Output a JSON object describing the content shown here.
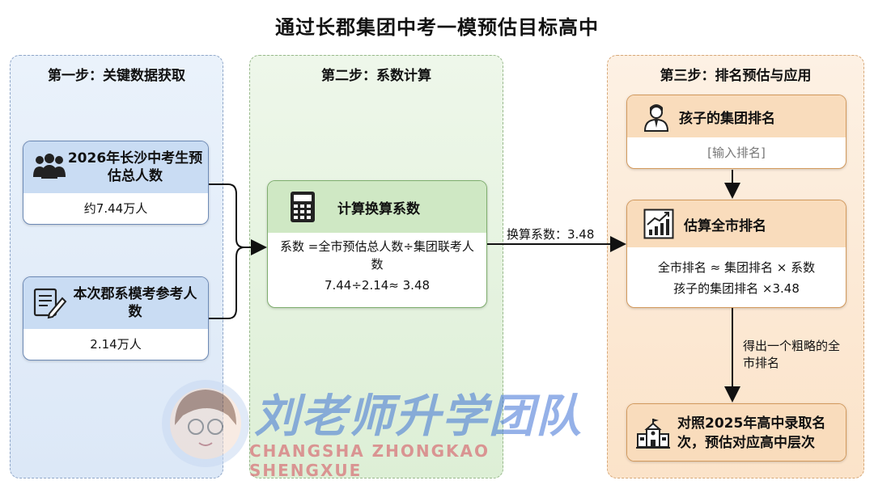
{
  "title": "通过长郡集团中考一模预估目标高中",
  "step1": {
    "title": "第一步：关键数据获取",
    "card_total": {
      "heading": "2026年长沙中考生预估总人数",
      "value": "约7.44万人"
    },
    "card_group": {
      "heading": "本次郡系模考参考人数",
      "value": "2.14万人"
    }
  },
  "step2": {
    "title": "第二步：系数计算",
    "card": {
      "heading": "计算换算系数",
      "formula": "系数 =全市预估总人数÷集团联考人数",
      "calc": "7.44÷2.14≈ 3.48"
    },
    "arrow_label": "换算系数：3.48"
  },
  "step3": {
    "title": "第三步：排名预估与应用",
    "card_rank": {
      "heading": "孩子的集团排名",
      "placeholder": "[输入排名]"
    },
    "card_city": {
      "heading": "估算全市排名",
      "line1": "全市排名 ≈ 集团排名 × 系数",
      "line2": "孩子的集团排名 ×3.48"
    },
    "down_label": "得出一个粗略的全市排名",
    "card_compare": {
      "heading": "对照2025年高中录取名次，预估对应高中层次"
    }
  },
  "watermark": {
    "brand": "刘老师升学团队",
    "subtitle": "CHANGSHA ZHONGKAO SHENGXUE"
  },
  "colors": {
    "blue_head": "#c9dcf3",
    "green_head": "#cfe8c4",
    "orange_head": "#f9dcbc",
    "arrow": "#111111"
  }
}
